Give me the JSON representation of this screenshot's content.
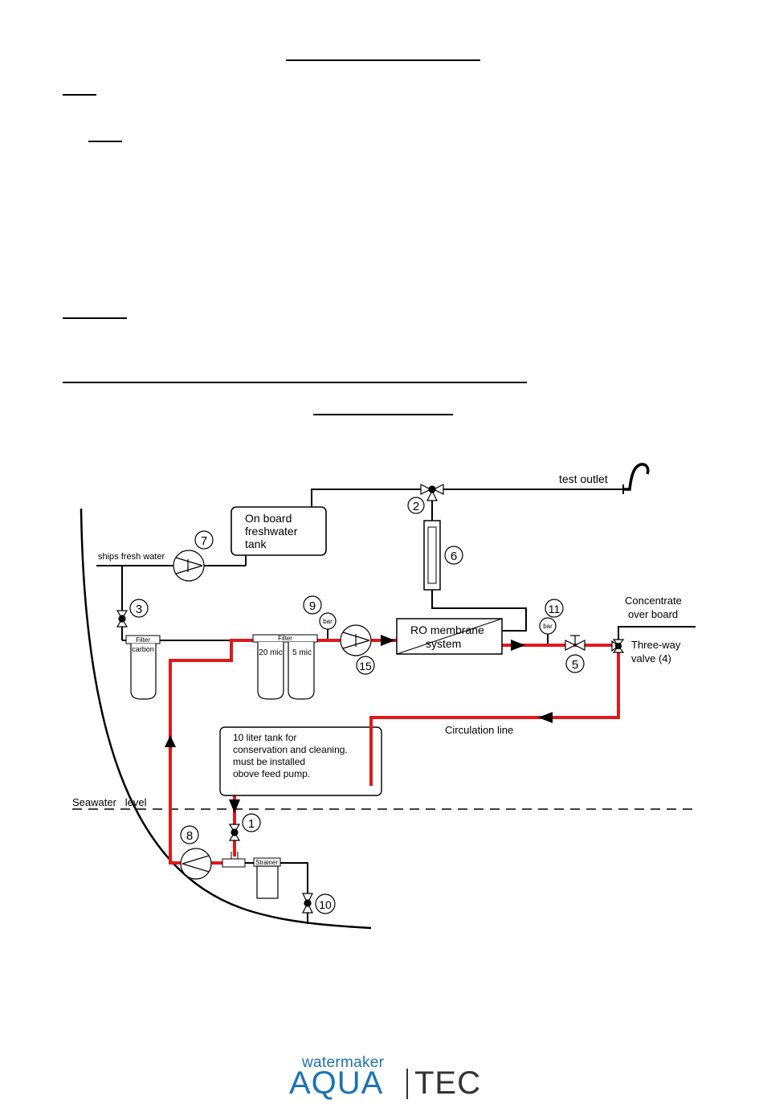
{
  "labels": {
    "test_outlet": "test outlet",
    "onboard_tank": [
      "On board",
      "freshwater",
      "tank"
    ],
    "ships_fresh_water": "ships fresh water",
    "filter_carbon_top": "Filter",
    "filter_carbon_bottom": "carbon",
    "filter_double_top": "Filter",
    "filter_20mic": "20 mic",
    "filter_5mic": "5 mic",
    "gauge_unit": "bar",
    "ro_membrane": [
      "RO membrane",
      "system"
    ],
    "concentrate": [
      "Concentrate",
      "over board"
    ],
    "three_way_valve": [
      "Three-way",
      "valve (4)"
    ],
    "circulation_line": "Circulation line",
    "tank_note": [
      "10 liter tank for",
      "conservation and cleaning.",
      "must be installed",
      "obove feed pump."
    ],
    "seawater_level": "Seawater   level",
    "strainer": "Strainer"
  },
  "numbers": {
    "n1": "1",
    "n2": "2",
    "n3": "3",
    "n5": "5",
    "n6": "6",
    "n7": "7",
    "n8": "8",
    "n9": "9",
    "n10": "10",
    "n11": "11",
    "n15": "15"
  },
  "logo": {
    "top": "watermaker",
    "brand": "AQUA",
    "suffix": "TEC"
  },
  "colors": {
    "circulation_red": "#e0191d",
    "logo_blue": "#1a73b8"
  }
}
